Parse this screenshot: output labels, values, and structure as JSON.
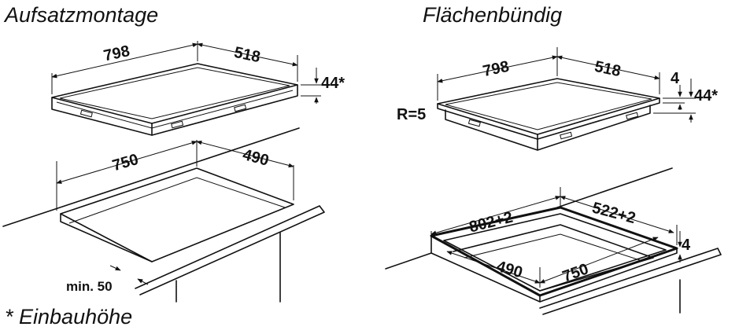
{
  "titles": {
    "left": "Aufsatzmontage",
    "right": "Flächenbündig",
    "footnote": "* Einbauhöhe"
  },
  "left": {
    "hob_width": "798",
    "hob_depth": "518",
    "install_height": "44*",
    "cutout_width": "750",
    "cutout_depth": "490",
    "min_edge": "min. 50"
  },
  "right": {
    "hob_width": "798",
    "hob_depth": "518",
    "glass_thickness": "4",
    "install_height": "44*",
    "radius": "R=5",
    "rebate_width": "802+2",
    "rebate_depth": "522+2",
    "rebate_height": "4",
    "cutout_depth": "490",
    "cutout_width": "750"
  }
}
